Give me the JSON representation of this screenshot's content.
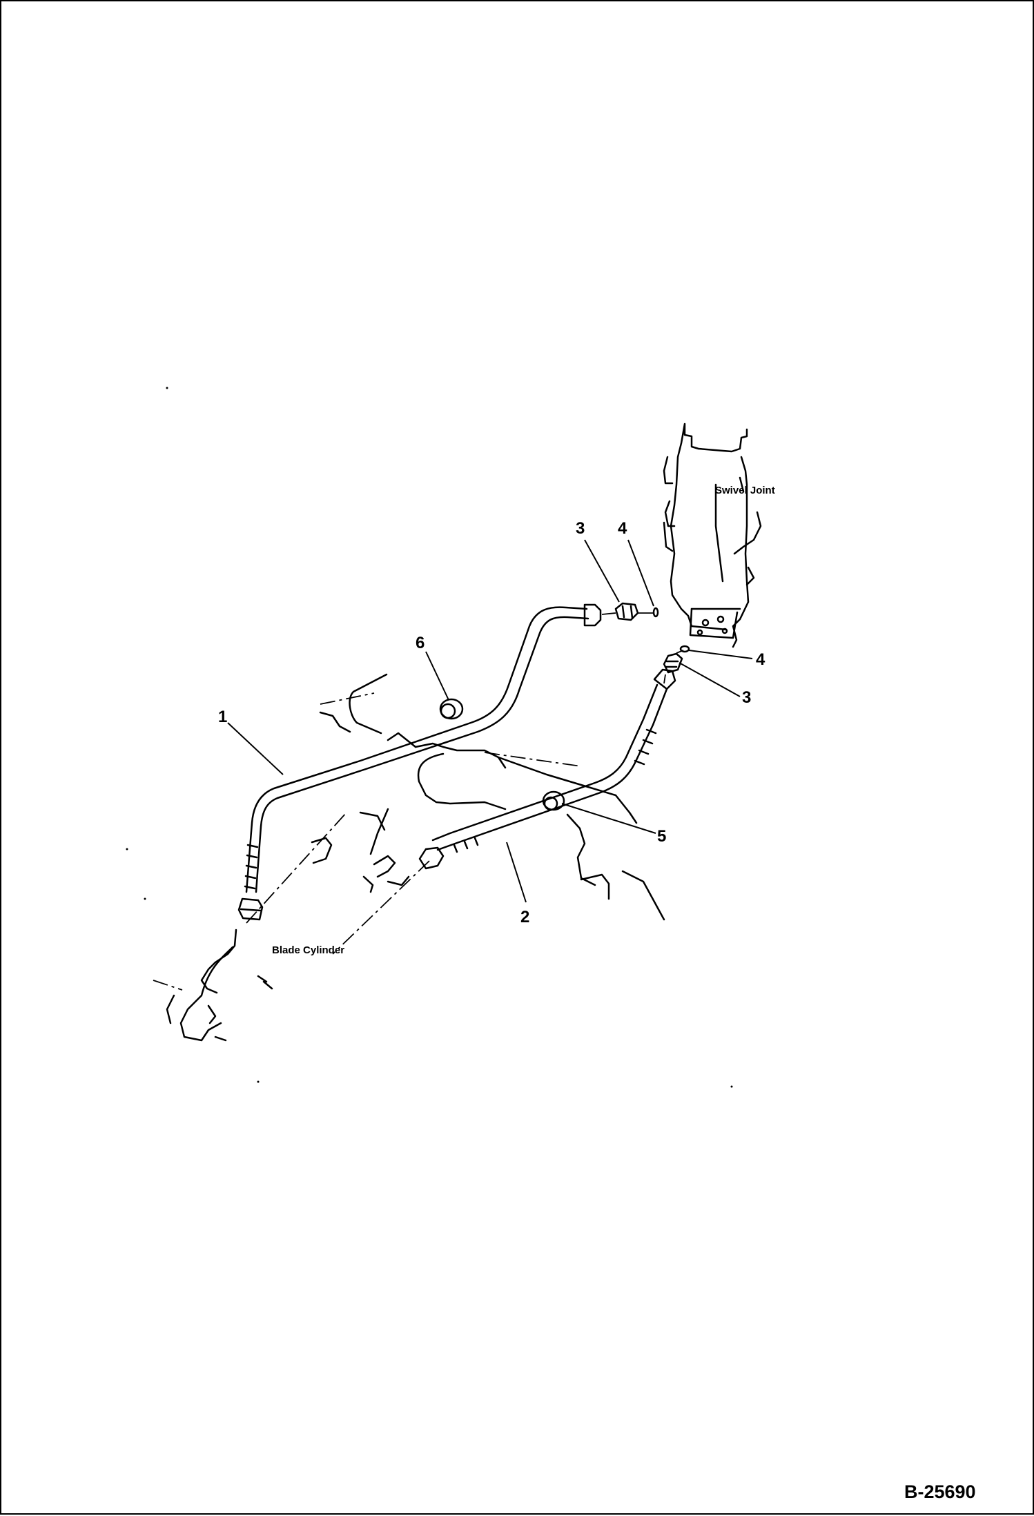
{
  "labels": {
    "swivel_joint": "Swivel Joint",
    "blade_cylinder": "Blade Cylinder"
  },
  "callouts": [
    "1",
    "2",
    "3",
    "3",
    "4",
    "4",
    "5",
    "6"
  ],
  "drawing_number": "B-25690",
  "colors": {
    "ink": "#000000",
    "paper": "#ffffff"
  }
}
